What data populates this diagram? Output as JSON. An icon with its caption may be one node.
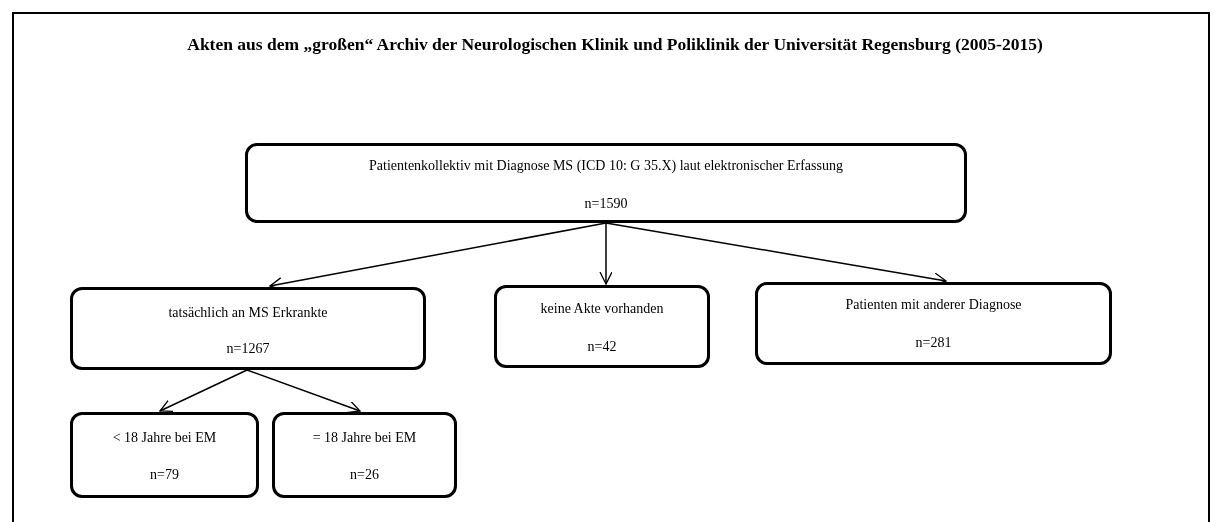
{
  "diagram": {
    "title": "Akten aus dem „großen“ Archiv der Neurologischen Klinik und Poliklinik der Universität Regensburg (2005-2015)",
    "nodes": [
      {
        "text": [
          "Patientenkollektiv mit Diagnose MS (ICD 10: G 35.X) laut elektronischer Erfassung",
          "n=1590"
        ]
      },
      {
        "text": [
          "tatsächlich an MS Erkrankte",
          "n=1267"
        ]
      },
      {
        "text": [
          "keine Akte vorhanden",
          "n=42"
        ]
      },
      {
        "text": [
          "Patienten mit anderer Diagnose",
          "n=281"
        ]
      },
      {
        "text": [
          "< 18 Jahre bei EM",
          "n=79"
        ]
      },
      {
        "text": [
          "= 18 Jahre bei EM",
          "n=26"
        ]
      }
    ],
    "edges": [
      {
        "from": 0,
        "to": 1,
        "arrow": "to"
      },
      {
        "from": 0,
        "to": 2,
        "arrow": "to"
      },
      {
        "from": 0,
        "to": 3,
        "arrow": "to"
      },
      {
        "from": 1,
        "to": 4,
        "arrow": "to"
      },
      {
        "from": 1,
        "to": 5,
        "arrow": "to"
      }
    ]
  }
}
